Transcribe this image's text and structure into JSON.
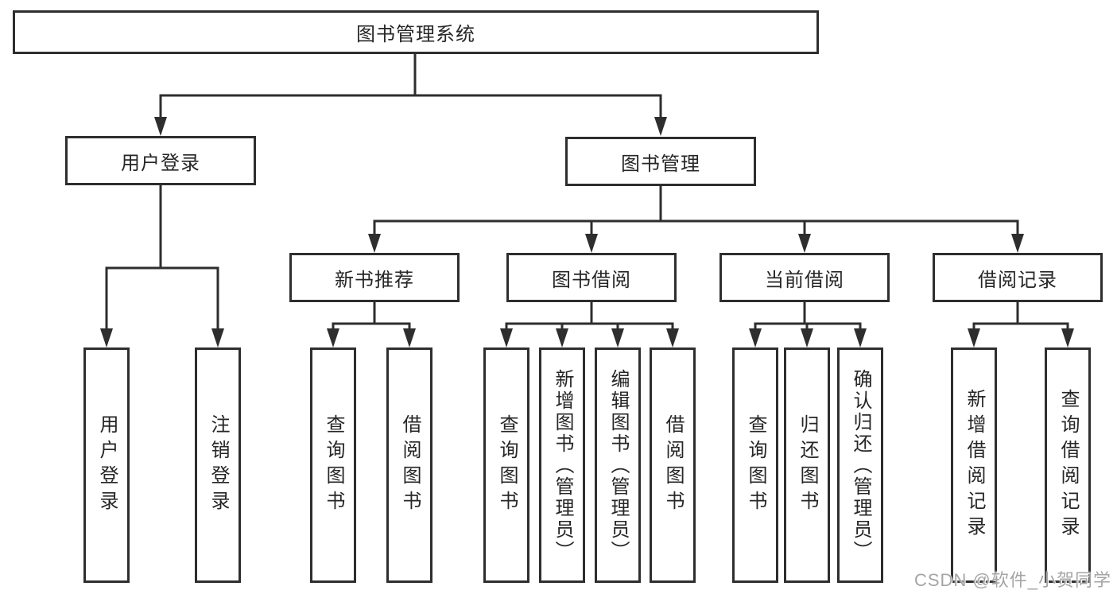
{
  "diagram": {
    "root": {
      "label": "图书管理系统"
    },
    "level2": [
      {
        "id": "user-login",
        "label": "用户登录",
        "parent": "图书管理系统"
      },
      {
        "id": "book-management",
        "label": "图书管理",
        "parent": "图书管理系统"
      }
    ],
    "level3": [
      {
        "id": "new-book-recommend",
        "label": "新书推荐",
        "parent": "图书管理"
      },
      {
        "id": "book-borrow",
        "label": "图书借阅",
        "parent": "图书管理"
      },
      {
        "id": "current-borrow",
        "label": "当前借阅",
        "parent": "图书管理"
      },
      {
        "id": "borrow-records",
        "label": "借阅记录",
        "parent": "图书管理"
      }
    ],
    "leaves": [
      {
        "label": "用户登录",
        "parent": "用户登录"
      },
      {
        "label": "注销登录",
        "parent": "用户登录"
      },
      {
        "label": "查询图书",
        "parent": "新书推荐"
      },
      {
        "label": "借阅图书",
        "parent": "新书推荐"
      },
      {
        "label": "查询图书",
        "parent": "图书借阅"
      },
      {
        "label": "新增图书（管理员）",
        "parent": "图书借阅"
      },
      {
        "label": "编辑图书（管理员）",
        "parent": "图书借阅"
      },
      {
        "label": "借阅图书",
        "parent": "图书借阅"
      },
      {
        "label": "查询图书",
        "parent": "当前借阅"
      },
      {
        "label": "归还图书",
        "parent": "当前借阅"
      },
      {
        "label": "确认归还（管理员）",
        "parent": "当前借阅"
      },
      {
        "label": "新增借阅记录",
        "parent": "借阅记录"
      },
      {
        "label": "查询借阅记录",
        "parent": "借阅记录"
      }
    ]
  },
  "watermark": "CSDN @软件_小贺同学",
  "colors": {
    "line": "#2e2e2e",
    "box_border": "#2e2e2e",
    "box_fill": "#ffffff",
    "text": "#262626",
    "watermark": "#a5a5a5"
  }
}
